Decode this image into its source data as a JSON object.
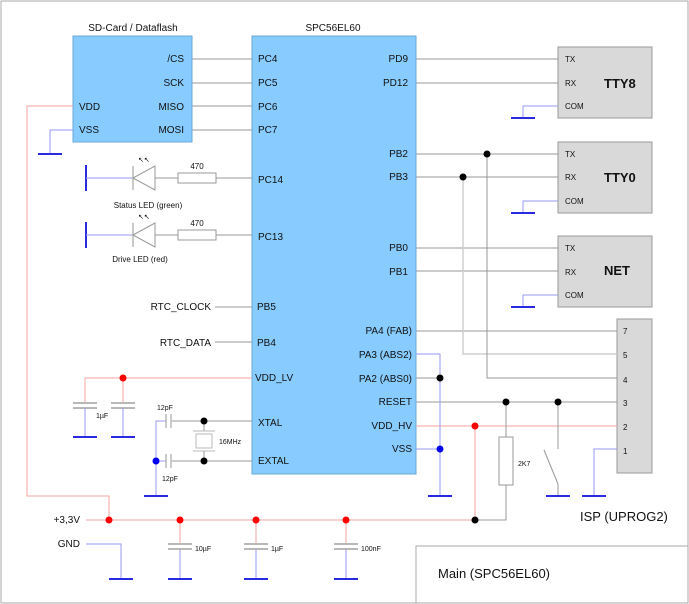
{
  "title_block": "Main (SPC56EL60)",
  "sd_card": {
    "title": "SD-Card / Dataflash",
    "pins_right": [
      "/CS",
      "SCK",
      "MISO",
      "MOSI"
    ],
    "pins_left": [
      "VDD",
      "VSS"
    ]
  },
  "mcu": {
    "title": "SPC56EL60",
    "pins_left": [
      "PC4",
      "PC5",
      "PC6",
      "PC7",
      "PC14",
      "PC13",
      "PB5",
      "PB4",
      "VDD_LV",
      "XTAL",
      "EXTAL"
    ],
    "pins_right": [
      "PD9",
      "PD12",
      "PB2",
      "PB3",
      "PB0",
      "PB1",
      "PA4 (FAB)",
      "PA3 (ABS2)",
      "PA2 (ABS0)",
      "RESET",
      "VDD_HV",
      "VSS"
    ]
  },
  "tty8": {
    "name": "TTY8",
    "pins": [
      "TX",
      "RX",
      "COM"
    ]
  },
  "tty0": {
    "name": "TTY0",
    "pins": [
      "TX",
      "RX",
      "COM"
    ]
  },
  "net": {
    "name": "NET",
    "pins": [
      "TX",
      "RX",
      "COM"
    ]
  },
  "isp": {
    "name": "ISP (UPROG2)",
    "pins": [
      "7",
      "5",
      "4",
      "3",
      "2",
      "1"
    ]
  },
  "leds": {
    "status": {
      "label": "Status LED (green)",
      "resistor": "470"
    },
    "drive": {
      "label": "Drive LED (red)",
      "resistor": "470"
    }
  },
  "signals": {
    "rtc_clock": "RTC_CLOCK",
    "rtc_data": "RTC_DATA",
    "supply": "+3,3V",
    "ground": "GND"
  },
  "components": {
    "vdd_lv_cap": "1µF",
    "xtal_cap_top": "12pF",
    "xtal_cap_bottom": "12pF",
    "crystal": "16MHz",
    "reset_resistor": "2K7",
    "decoupling": [
      "10µF",
      "1µF",
      "100nF"
    ]
  },
  "colors": {
    "chip": "#87cbff",
    "connector": "#d9d9d9",
    "power": "#ff0000",
    "ground": "#0000ff",
    "junction": "#000000"
  }
}
